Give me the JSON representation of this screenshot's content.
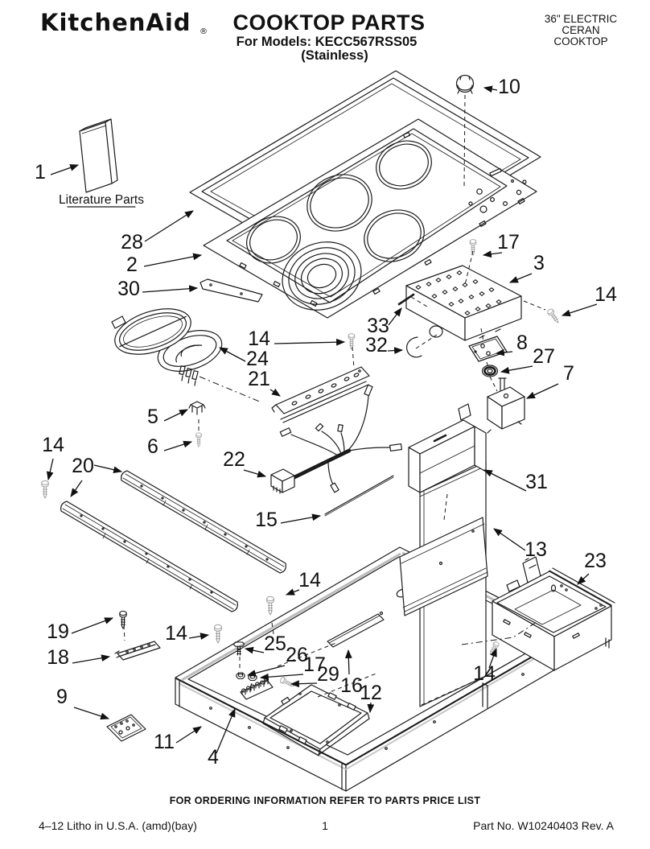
{
  "header": {
    "brand": "KitchenAid",
    "brand_reg": "®",
    "title": "COOKTOP PARTS",
    "models_line": "For Models: KECC567RSS05",
    "finish_line": "(Stainless)",
    "product": {
      "line1": "36\" ELECTRIC",
      "line2": "CERAN",
      "line3": "COOKTOP"
    }
  },
  "diagram": {
    "literature_label": "Literature Parts",
    "callouts": [
      "10",
      "1",
      "28",
      "2",
      "30",
      "17",
      "3",
      "14",
      "33",
      "32",
      "8",
      "27",
      "7",
      "14",
      "24",
      "21",
      "5",
      "6",
      "22",
      "14",
      "20",
      "15",
      "31",
      "13",
      "23",
      "14",
      "19",
      "14",
      "25",
      "18",
      "26",
      "17",
      "29",
      "16",
      "12",
      "9",
      "14",
      "11",
      "4"
    ]
  },
  "footer": {
    "ordering_note": "FOR ORDERING INFORMATION REFER TO PARTS PRICE LIST",
    "litho": "4–12 Litho in U.S.A. (amd)(bay)",
    "page_number": "1",
    "part_number": "Part No. W10240403 Rev. A"
  }
}
